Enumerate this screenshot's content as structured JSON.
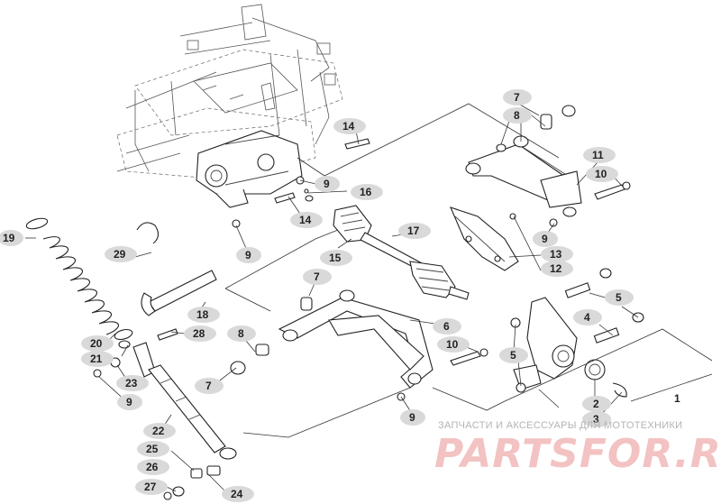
{
  "callouts": [
    {
      "id": "c1",
      "label": "1"
    },
    {
      "id": "c2",
      "label": "2"
    },
    {
      "id": "c3",
      "label": "3"
    },
    {
      "id": "c4",
      "label": "4"
    },
    {
      "id": "c5a",
      "label": "5"
    },
    {
      "id": "c5b",
      "label": "5"
    },
    {
      "id": "c6",
      "label": "6"
    },
    {
      "id": "c7a",
      "label": "7"
    },
    {
      "id": "c7b",
      "label": "7"
    },
    {
      "id": "c7c",
      "label": "7"
    },
    {
      "id": "c8a",
      "label": "8"
    },
    {
      "id": "c8b",
      "label": "8"
    },
    {
      "id": "c9a",
      "label": "9"
    },
    {
      "id": "c9b",
      "label": "9"
    },
    {
      "id": "c9c",
      "label": "9"
    },
    {
      "id": "c9d",
      "label": "9"
    },
    {
      "id": "c9e",
      "label": "9"
    },
    {
      "id": "c10a",
      "label": "10"
    },
    {
      "id": "c10b",
      "label": "10"
    },
    {
      "id": "c11",
      "label": "11"
    },
    {
      "id": "c12",
      "label": "12"
    },
    {
      "id": "c13",
      "label": "13"
    },
    {
      "id": "c14a",
      "label": "14"
    },
    {
      "id": "c14b",
      "label": "14"
    },
    {
      "id": "c15",
      "label": "15"
    },
    {
      "id": "c16",
      "label": "16"
    },
    {
      "id": "c17",
      "label": "17"
    },
    {
      "id": "c18",
      "label": "18"
    },
    {
      "id": "c19",
      "label": "19"
    },
    {
      "id": "c20",
      "label": "20"
    },
    {
      "id": "c21",
      "label": "21"
    },
    {
      "id": "c22",
      "label": "22"
    },
    {
      "id": "c23",
      "label": "23"
    },
    {
      "id": "c24",
      "label": "24"
    },
    {
      "id": "c25",
      "label": "25"
    },
    {
      "id": "c26",
      "label": "26"
    },
    {
      "id": "c27",
      "label": "27"
    },
    {
      "id": "c28",
      "label": "28"
    },
    {
      "id": "c29",
      "label": "29"
    }
  ],
  "watermark": {
    "caption": "ЗАПЧАСТИ И АКСЕССУАРЫ ДЛЯ МОТОТЕХНИКИ",
    "logo": "PARTSFOR.RU"
  }
}
